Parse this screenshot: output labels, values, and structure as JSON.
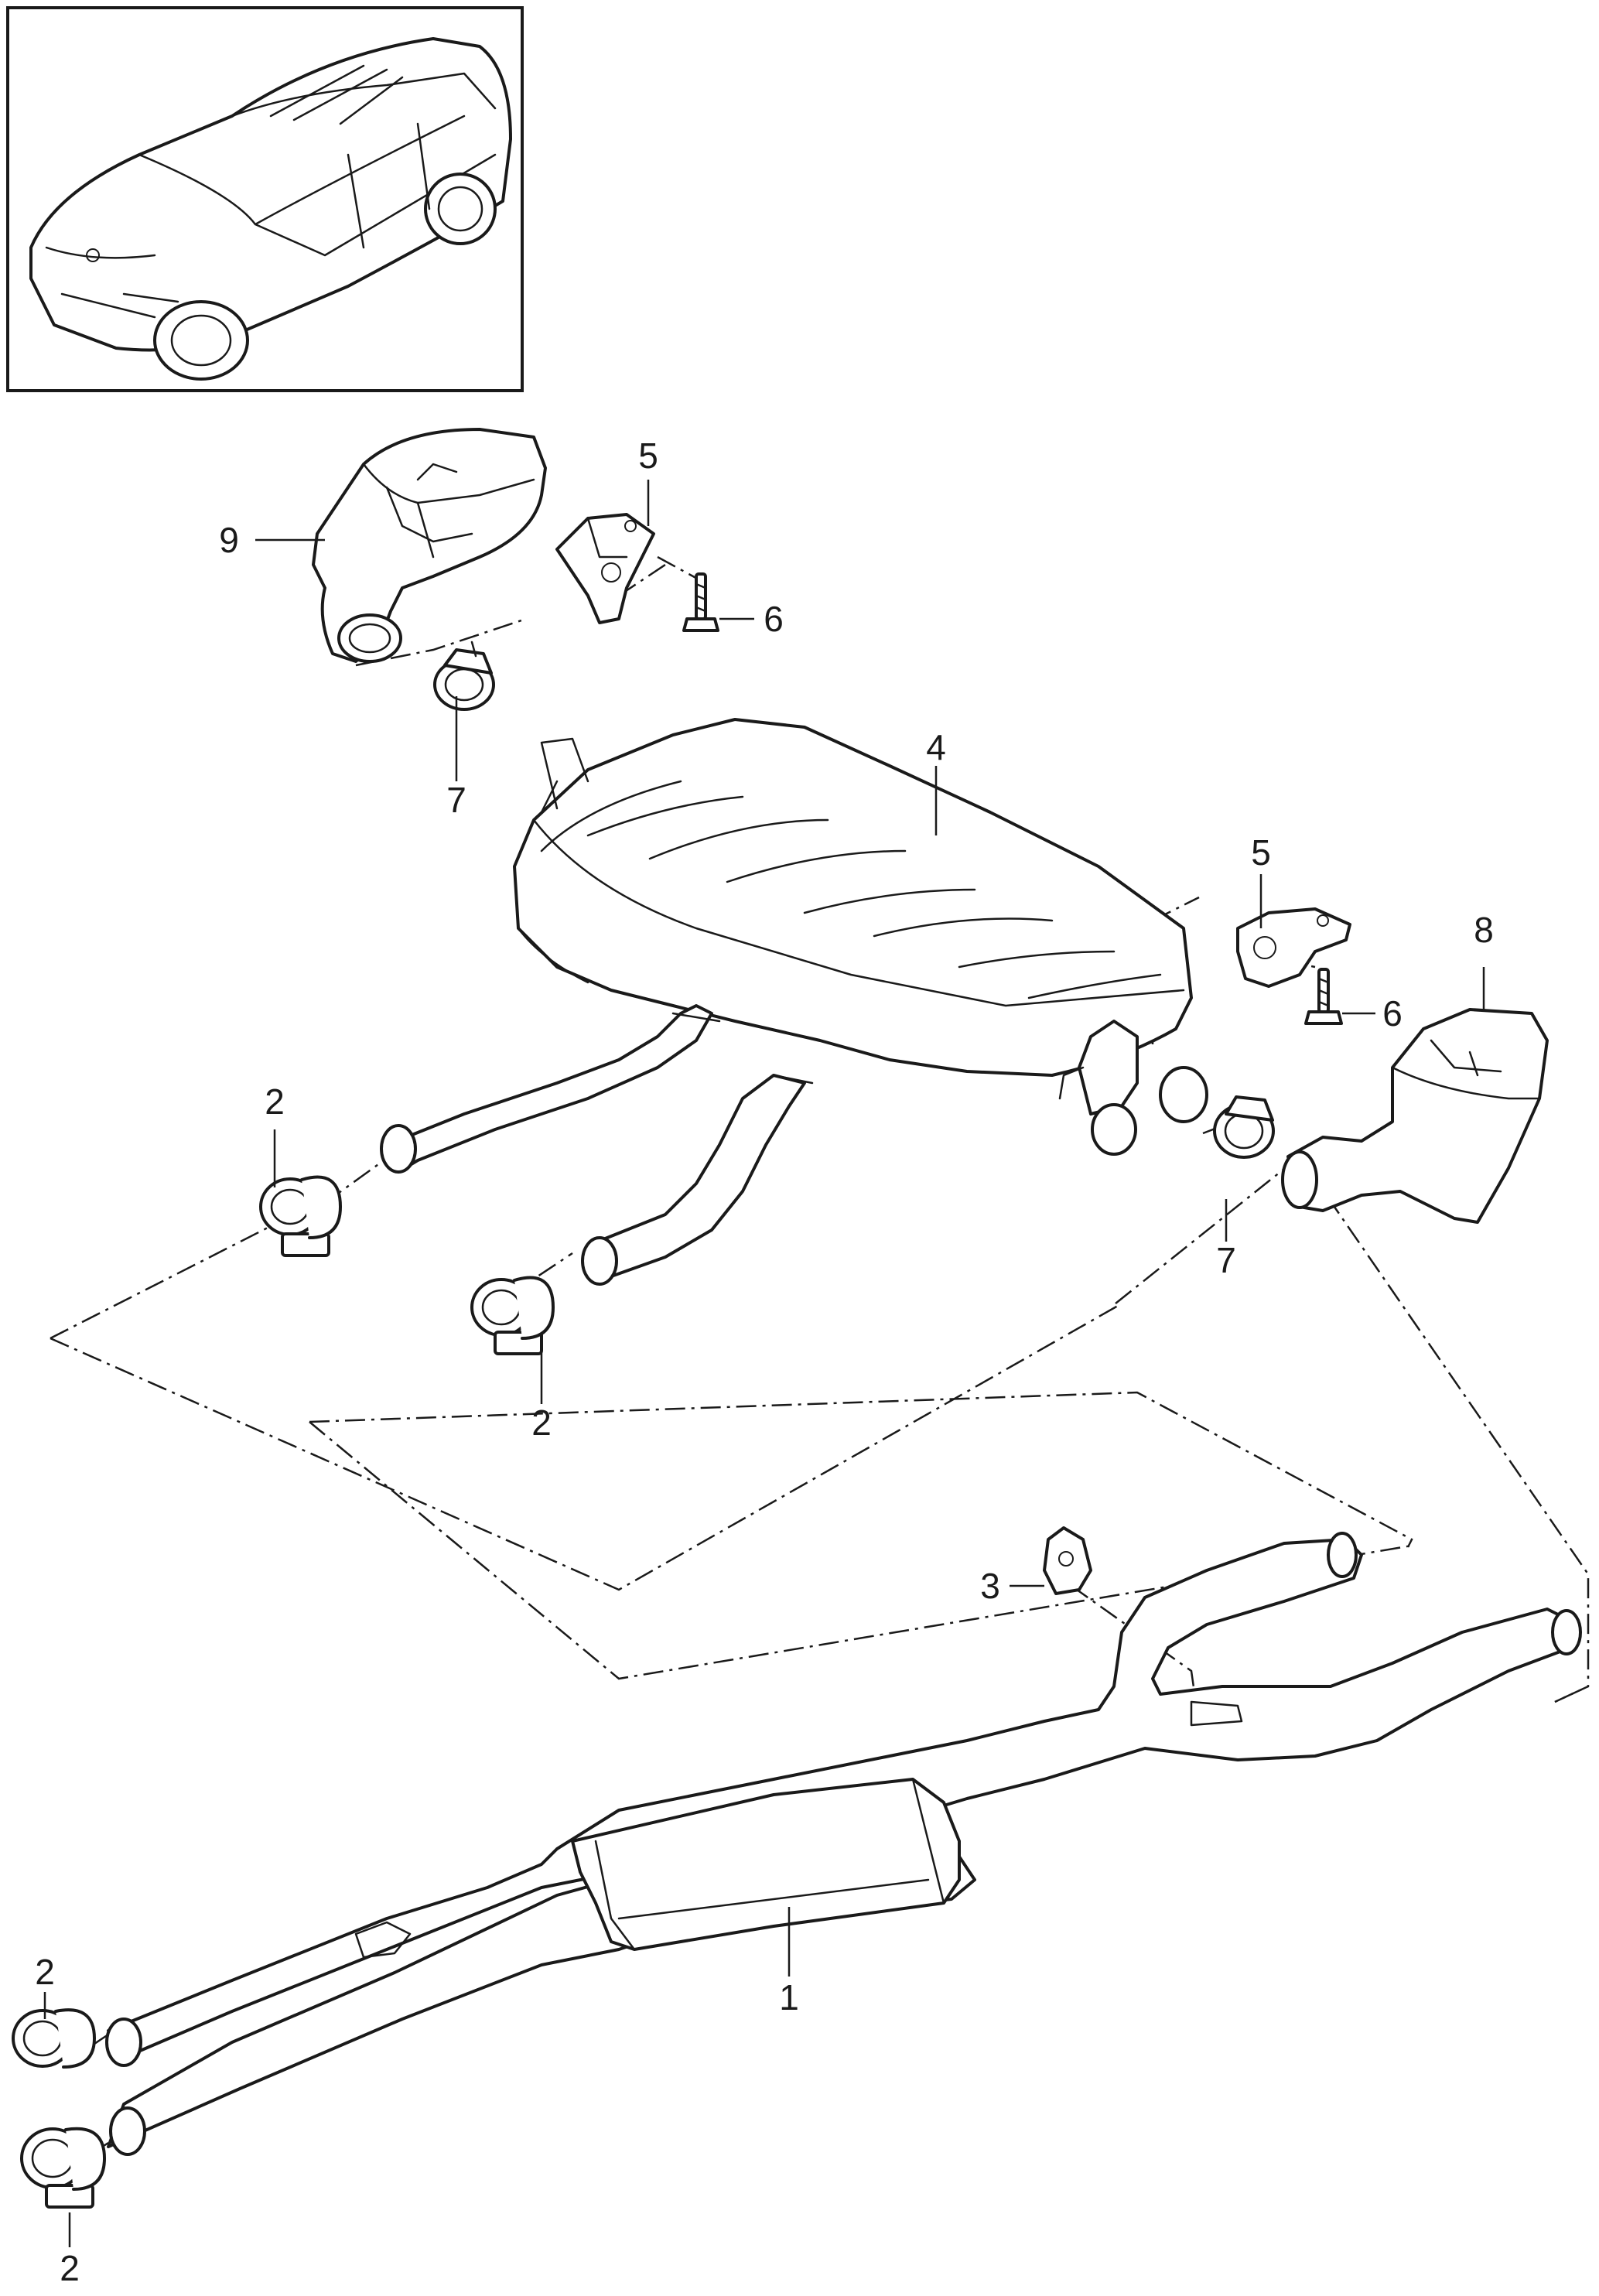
{
  "callouts": {
    "c1": "1",
    "c2a": "2",
    "c2b": "2",
    "c2c": "2",
    "c2d": "2",
    "c3": "3",
    "c4": "4",
    "c5a": "5",
    "c5b": "5",
    "c6a": "6",
    "c6b": "6",
    "c7a": "7",
    "c7b": "7",
    "c8": "8",
    "c9": "9"
  }
}
